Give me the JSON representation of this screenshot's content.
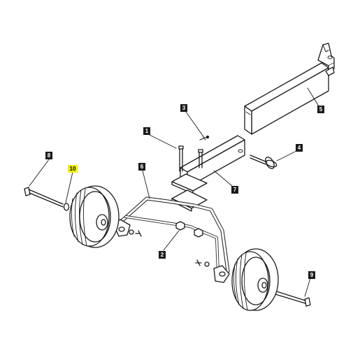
{
  "diagram": {
    "colors": {
      "line": "#1a1a1a",
      "callout_bg": "#1a1a1a",
      "callout_text": "#ffffff",
      "highlight_bg": "#f4f000",
      "highlight_text": "#000000",
      "background": "#ffffff"
    },
    "callouts": [
      {
        "id": "c1",
        "label": "1"
      },
      {
        "id": "c2",
        "label": "2"
      },
      {
        "id": "c3",
        "label": "3"
      },
      {
        "id": "c4",
        "label": "4"
      },
      {
        "id": "c5",
        "label": "5"
      },
      {
        "id": "c6",
        "label": "6"
      },
      {
        "id": "c7",
        "label": "7"
      },
      {
        "id": "c8",
        "label": "8"
      },
      {
        "id": "c9",
        "label": "9"
      },
      {
        "id": "c10",
        "label": "10",
        "highlighted": true
      }
    ]
  }
}
